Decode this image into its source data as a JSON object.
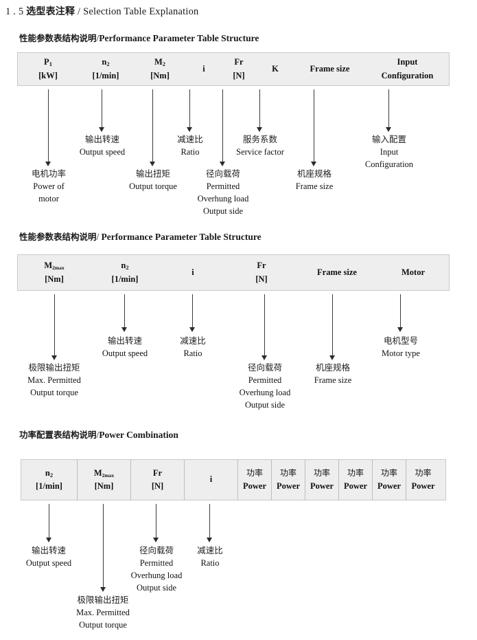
{
  "document": {
    "title_number": "1 . 5",
    "title_cn": "选型表注释",
    "title_sep": "/",
    "title_en": "Selection Table Explanation"
  },
  "sections": [
    {
      "heading_cn": "性能参数表结构说明",
      "heading_sep": "/",
      "heading_en": "Performance Parameter Table Structure",
      "table": {
        "ruled": false,
        "columns": [
          {
            "line1": "P",
            "sub1": "1",
            "line2": "[kW]"
          },
          {
            "line1": "n",
            "sub1": "2",
            "line2": "[1/min]"
          },
          {
            "line1": "M",
            "sub1": "2",
            "line2": "[Nm]"
          },
          {
            "line1": "i",
            "sub1": "",
            "line2": ""
          },
          {
            "line1": "Fr",
            "sub1": "",
            "line2": "[N]"
          },
          {
            "line1": "K",
            "sub1": "",
            "line2": ""
          },
          {
            "line1": "Frame size",
            "sub1": "",
            "line2": ""
          },
          {
            "line1": "Input",
            "sub1": "",
            "line2": "Configuration"
          }
        ]
      },
      "notes": [
        {
          "cn": "电机功率",
          "en": [
            "Power of",
            "motor"
          ]
        },
        {
          "cn": "输出转速",
          "en": [
            "Output speed"
          ]
        },
        {
          "cn": "输出扭矩",
          "en": [
            "Output torque"
          ]
        },
        {
          "cn": "减速比",
          "en": [
            "Ratio"
          ]
        },
        {
          "cn": "径向载荷",
          "en": [
            "Permitted",
            "Overhung load",
            "Output side"
          ]
        },
        {
          "cn": "服务系数",
          "en": [
            "Service factor"
          ]
        },
        {
          "cn": "机座规格",
          "en": [
            "Frame size"
          ]
        },
        {
          "cn": "输入配置",
          "en": [
            "Input",
            "Configuration"
          ]
        }
      ]
    },
    {
      "heading_cn": "性能参数表结构说明",
      "heading_sep": "/",
      "heading_en": "Performance Parameter Table Structure",
      "table": {
        "ruled": false,
        "columns": [
          {
            "line1": "M",
            "sub1": "2max",
            "line2": "[Nm]"
          },
          {
            "line1": "n",
            "sub1": "2",
            "line2": "[1/min]"
          },
          {
            "line1": "i",
            "sub1": "",
            "line2": ""
          },
          {
            "line1": "Fr",
            "sub1": "",
            "line2": "[N]"
          },
          {
            "line1": "Frame size",
            "sub1": "",
            "line2": ""
          },
          {
            "line1": "Motor",
            "sub1": "",
            "line2": ""
          }
        ]
      },
      "notes": [
        {
          "cn": "极限输出扭矩",
          "en": [
            "Max. Permitted",
            "Output  torque"
          ]
        },
        {
          "cn": "输出转速",
          "en": [
            "Output speed"
          ]
        },
        {
          "cn": "减速比",
          "en": [
            "Ratio"
          ]
        },
        {
          "cn": "径向载荷",
          "en": [
            "Permitted",
            "Overhung load",
            "Output side"
          ]
        },
        {
          "cn": "机座规格",
          "en": [
            "Frame size"
          ]
        },
        {
          "cn": "电机型号",
          "en": [
            "Motor type"
          ]
        }
      ]
    },
    {
      "heading_cn": "功率配置表结构说明",
      "heading_sep": "/",
      "heading_en": "Power Combination",
      "table": {
        "ruled": true,
        "columns": [
          {
            "line1": "n",
            "sub1": "2",
            "line2": "[1/min]"
          },
          {
            "line1": "M",
            "sub1": "2max",
            "line2": "[Nm]"
          },
          {
            "line1": "Fr",
            "sub1": "",
            "line2": "[N]"
          },
          {
            "line1": "i",
            "sub1": "",
            "line2": ""
          },
          {
            "line1_cn": "功率",
            "line2": "Power"
          },
          {
            "line1_cn": "功率",
            "line2": "Power"
          },
          {
            "line1_cn": "功率",
            "line2": "Power"
          },
          {
            "line1_cn": "功率",
            "line2": "Power"
          },
          {
            "line1_cn": "功率",
            "line2": "Power"
          },
          {
            "line1_cn": "功率",
            "line2": "Power"
          }
        ]
      },
      "notes": [
        {
          "cn": "输出转速",
          "en": [
            "Output speed"
          ]
        },
        {
          "cn": "极限输出扭矩",
          "en": [
            "Max. Permitted",
            "Output  torque"
          ]
        },
        {
          "cn": "径向载荷",
          "en": [
            "Permitted",
            "Overhung load",
            "Output side"
          ]
        },
        {
          "cn": "减速比",
          "en": [
            "Ratio"
          ]
        }
      ]
    }
  ]
}
